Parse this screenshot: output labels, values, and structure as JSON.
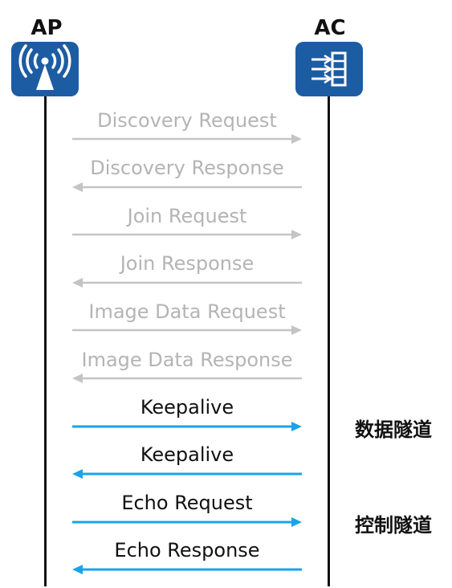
{
  "nodes": {
    "ap": "AP",
    "ac": "AC"
  },
  "icons": {
    "ap": "wireless-ap-icon",
    "ac": "access-controller-icon"
  },
  "colors": {
    "icon_bg": "#1c5ca3",
    "grey": "#c4c4c4",
    "blue": "#1aa3e8"
  },
  "messages": [
    {
      "label": "Discovery Request",
      "direction": "right",
      "style": "grey"
    },
    {
      "label": "Discovery Response",
      "direction": "left",
      "style": "grey"
    },
    {
      "label": "Join Request",
      "direction": "right",
      "style": "grey"
    },
    {
      "label": "Join Response",
      "direction": "left",
      "style": "grey"
    },
    {
      "label": "Image Data Request",
      "direction": "right",
      "style": "grey"
    },
    {
      "label": "Image Data Response",
      "direction": "left",
      "style": "grey"
    },
    {
      "label": "Keepalive",
      "direction": "right",
      "style": "blue"
    },
    {
      "label": "Keepalive",
      "direction": "left",
      "style": "blue"
    },
    {
      "label": "Echo Request",
      "direction": "right",
      "style": "blue"
    },
    {
      "label": "Echo Response",
      "direction": "left",
      "style": "blue"
    }
  ],
  "tunnels": {
    "data": "数据隧道",
    "control": "控制隧道"
  }
}
